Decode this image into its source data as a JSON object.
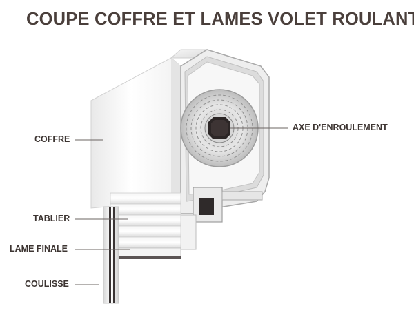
{
  "title": "COUPE COFFRE ET LAMES VOLET ROULANT",
  "labels": {
    "coffre": "COFFRE",
    "axe": "AXE D'ENROULEMENT",
    "tablier": "TABLIER",
    "lame_finale": "LAME FINALE",
    "coulisse": "COULISSE"
  },
  "colors": {
    "title": "#4a3f3b",
    "labels": "#3d3532",
    "leader_lines": "#6b6462"
  }
}
